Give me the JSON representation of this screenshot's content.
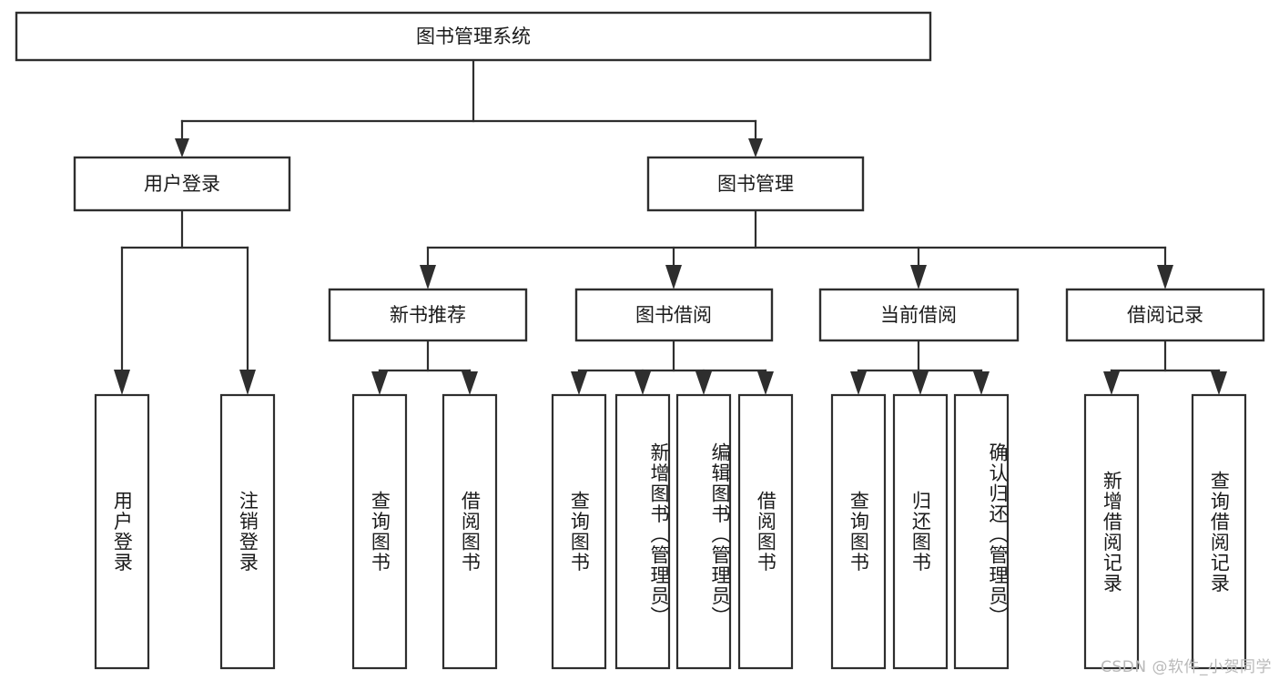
{
  "diagram": {
    "type": "tree",
    "title": "图书管理系统",
    "root": {
      "label": "图书管理系统"
    },
    "level1": [
      {
        "label": "用户登录"
      },
      {
        "label": "图书管理"
      }
    ],
    "level2": [
      {
        "label": "新书推荐"
      },
      {
        "label": "图书借阅"
      },
      {
        "label": "当前借阅"
      },
      {
        "label": "借阅记录"
      }
    ],
    "leaves": {
      "user_login": [
        {
          "label": "用户登录"
        },
        {
          "label": "注销登录"
        }
      ],
      "new_book_recommend": [
        {
          "label": "查询图书"
        },
        {
          "label": "借阅图书"
        }
      ],
      "book_borrow": [
        {
          "label": "查询图书"
        },
        {
          "label": "新增图书（管理员）"
        },
        {
          "label": "编辑图书（管理员）"
        },
        {
          "label": "借阅图书"
        }
      ],
      "current_borrow": [
        {
          "label": "查询图书"
        },
        {
          "label": "归还图书"
        },
        {
          "label": "确认归还（管理员）"
        }
      ],
      "borrow_record": [
        {
          "label": "新增借阅记录"
        },
        {
          "label": "查询借阅记录"
        }
      ]
    }
  },
  "watermark": {
    "text": "CSDN @软件_小贺同学"
  },
  "colors": {
    "stroke": "#2e2e2e",
    "fill": "#ffffff",
    "text": "#1a1a1a",
    "watermark": "#b9b9b9"
  }
}
